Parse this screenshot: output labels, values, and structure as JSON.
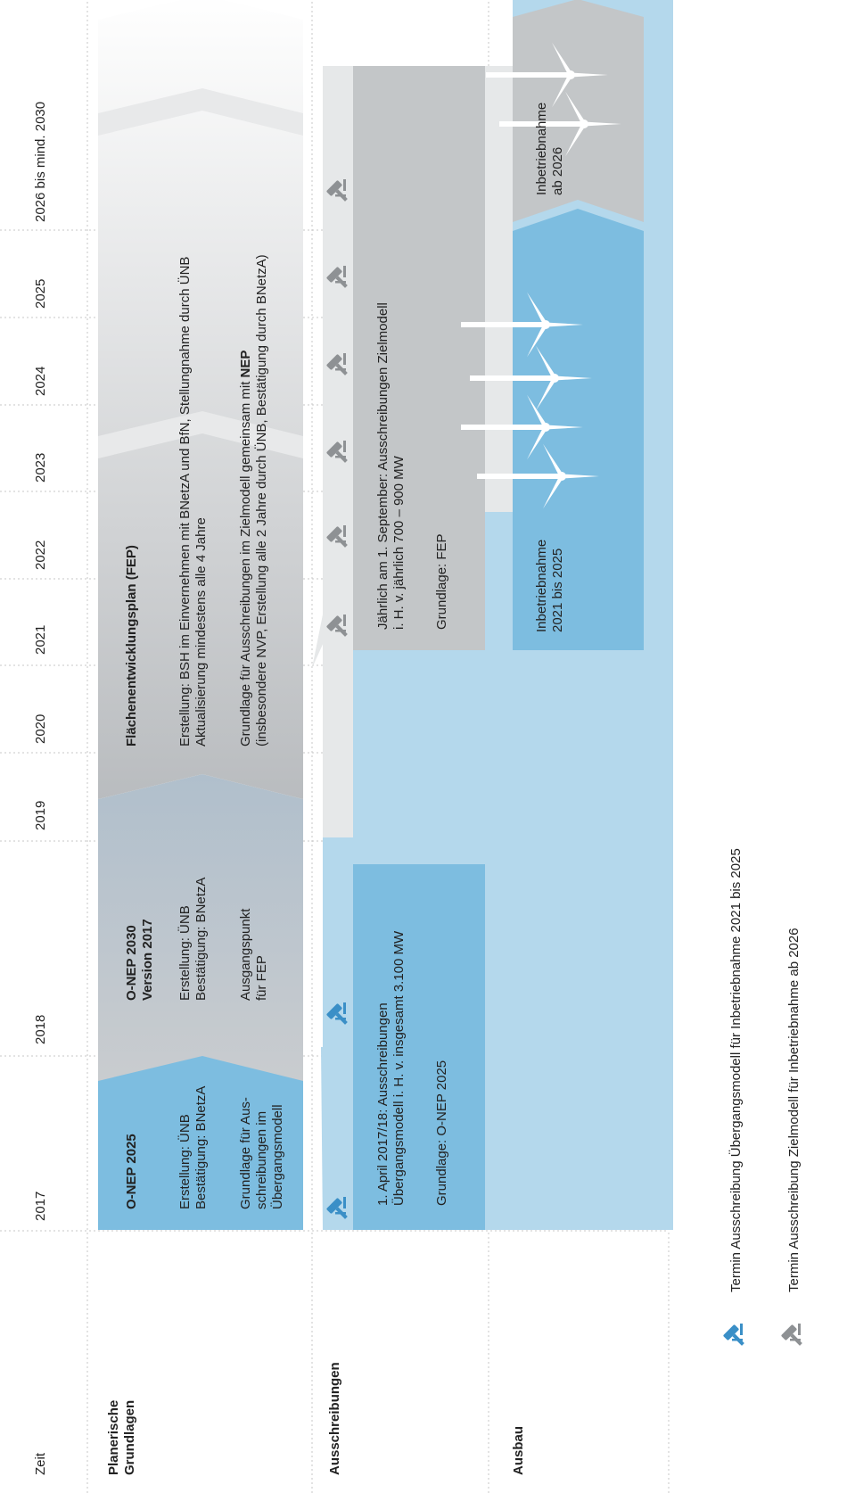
{
  "header": {
    "zeit": "Zeit",
    "years": [
      "2017",
      "2018",
      "2019",
      "2020",
      "2021",
      "2022",
      "2023",
      "2024",
      "2025",
      "2026 bis mind. 2030"
    ]
  },
  "rows": {
    "planerische_1": "Planerische",
    "planerische_2": "Grundlagen",
    "ausschreibungen": "Ausschreibungen",
    "ausbau": "Ausbau"
  },
  "onep2025": {
    "title": "O-NEP 2025",
    "l1": "Erstellung: ÜNB",
    "l2": "Bestätigung: BNetzA",
    "l3": "Grundlage für Aus-",
    "l4": "schreibungen im",
    "l5": "Übergangsmodell"
  },
  "onep2030": {
    "title1": "O-NEP 2030",
    "title2": "Version 2017",
    "l1": "Erstellung: ÜNB",
    "l2": "Bestätigung: BNetzA",
    "l3": "Ausgangspunkt",
    "l4": "für FEP"
  },
  "fep": {
    "title": "Flächenentwicklungsplan (FEP)",
    "l1": "Erstellung: BSH im Einvernehmen mit BNetzA und BfN, Stellungnahme durch ÜNB",
    "l2": "Aktualisierung mindestens alle 4 Jahre",
    "l3a": "Grundlage für Ausschreibungen im Zielmodell gemeinsam mit ",
    "l3b": "NEP",
    "l4": "(insbesondere NVP, Erstellung alle 2 Jahre durch ÜNB, Bestätigung durch BNetzA)"
  },
  "tender_transition": {
    "l1": "1. April 2017/18: Ausschreibungen",
    "l2": "Übergangsmodell i. H. v. insgesamt 3.100 MW",
    "l3": "Grundlage: O-NEP 2025"
  },
  "tender_target": {
    "l1": "Jährlich am 1. September: Ausschreibungen Zielmodell",
    "l2": "i. H. v. jährlich 700 – 900 MW",
    "l3": "Grundlage: FEP"
  },
  "commission_2021": {
    "l1": "Inbetriebnahme",
    "l2": "2021 bis 2025"
  },
  "commission_2026": {
    "l1": "Inbetriebnahme",
    "l2": "ab 2026"
  },
  "legend": {
    "blue": "Termin Ausschreibung Übergangsmodell für Inbetriebnahme 2021 bis 2025",
    "grey": "Termin Ausschreibung Zielmodell für Inbetriebnahme ab 2026"
  },
  "colors": {
    "blue_dark": "#7dbde0",
    "blue_light": "#b4d8ec",
    "grey_dark": "#c3c6c8",
    "grey_light": "#e6e8e9",
    "icon_blue": "#3a8fc7",
    "icon_grey": "#8e9194"
  }
}
